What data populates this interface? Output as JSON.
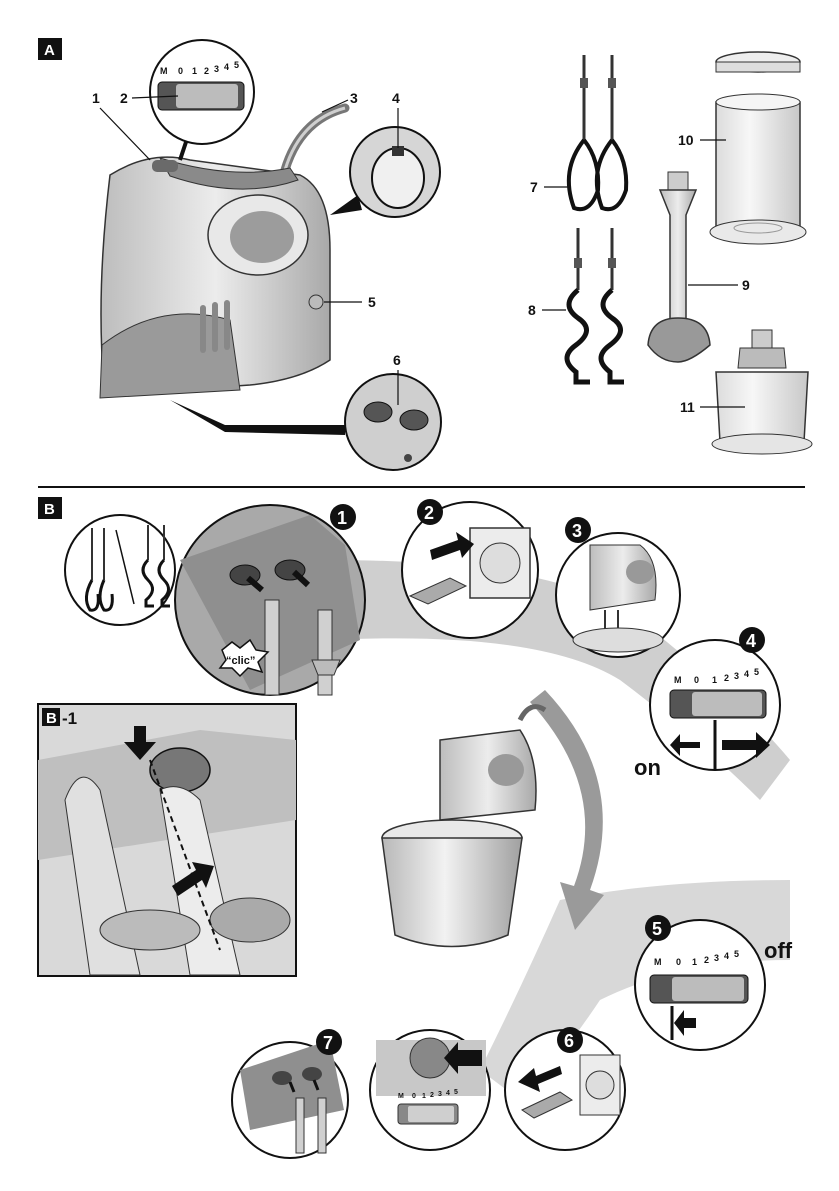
{
  "sections": {
    "a": {
      "label": "A"
    },
    "b": {
      "label": "B"
    },
    "b1": {
      "label": "-1",
      "prefix": "B"
    }
  },
  "part_numbers": {
    "n1": "1",
    "n2": "2",
    "n3": "3",
    "n4": "4",
    "n5": "5",
    "n6": "6",
    "n7": "7",
    "n8": "8",
    "n9": "9",
    "n10": "10",
    "n11": "11"
  },
  "speed_scale": {
    "m": "M",
    "s0": "0",
    "s1": "1",
    "s2": "2",
    "s3": "3",
    "s4": "4",
    "s5": "5"
  },
  "steps": {
    "s1": "1",
    "s2": "2",
    "s3": "3",
    "s4": "4",
    "s5": "5",
    "s6": "6",
    "s7": "7"
  },
  "labels": {
    "clic": "“clic”",
    "on": "on",
    "off": "off"
  },
  "colors": {
    "ink": "#111111",
    "body_grey": "#c9c9c9",
    "dark_grey": "#707070",
    "light_grey": "#e6e6e6"
  }
}
